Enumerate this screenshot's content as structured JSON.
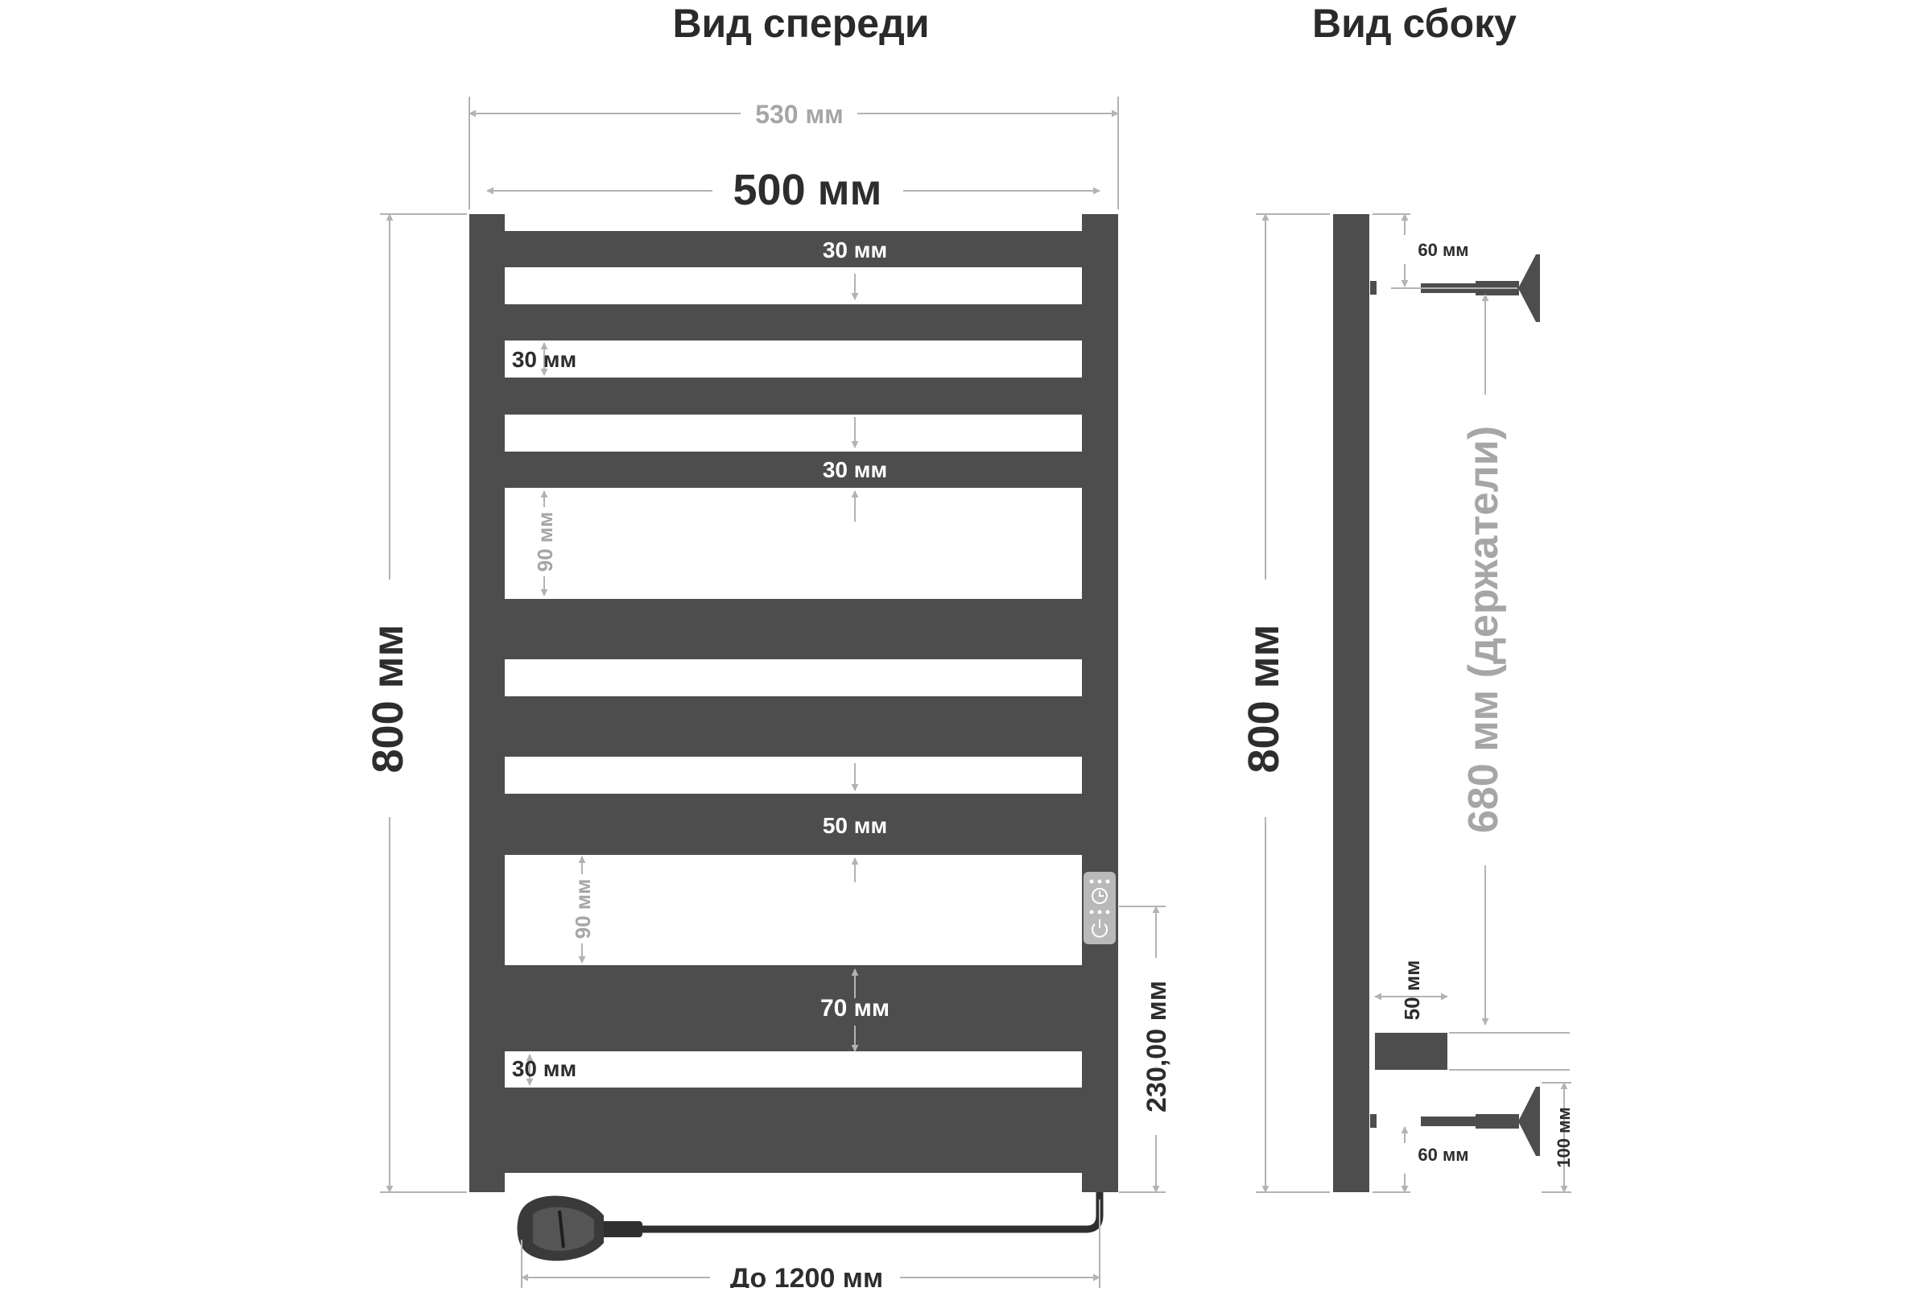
{
  "headings": {
    "front": "Вид спереди",
    "side": "Вид сбоку"
  },
  "colors": {
    "body": "#4d4d4d",
    "dimension_line": "#b3b3b3",
    "dimension_text_dark": "#2d2d2d",
    "dimension_text_light": "#a6a6a6",
    "bar_label": "#ffffff",
    "control_panel": "#b9b9b9"
  },
  "front_view": {
    "overall_width": "530 мм",
    "bar_width": "500 мм",
    "height": "800 мм",
    "bar_labels": {
      "top_bar": "30 мм",
      "gap_upper_left": "30 мм",
      "fourth_bar": "30 мм",
      "gap_90_upper": "90 мм",
      "wide_bar": "50 мм",
      "gap_90_lower": "90 мм",
      "big_bar": "70 мм",
      "gap_lower_left": "30 мм"
    },
    "control_height": "230,00 мм",
    "cable_length": "До 1200 мм",
    "icons": [
      "menu-dots-icon",
      "clock-icon",
      "power-icon"
    ]
  },
  "side_view": {
    "height": "800 мм",
    "holders_distance": "680 мм (держатели)",
    "top_offset": "60 мм",
    "bottom_offset": "60 мм",
    "depth": "50 мм",
    "wall_distance": "100 мм"
  }
}
